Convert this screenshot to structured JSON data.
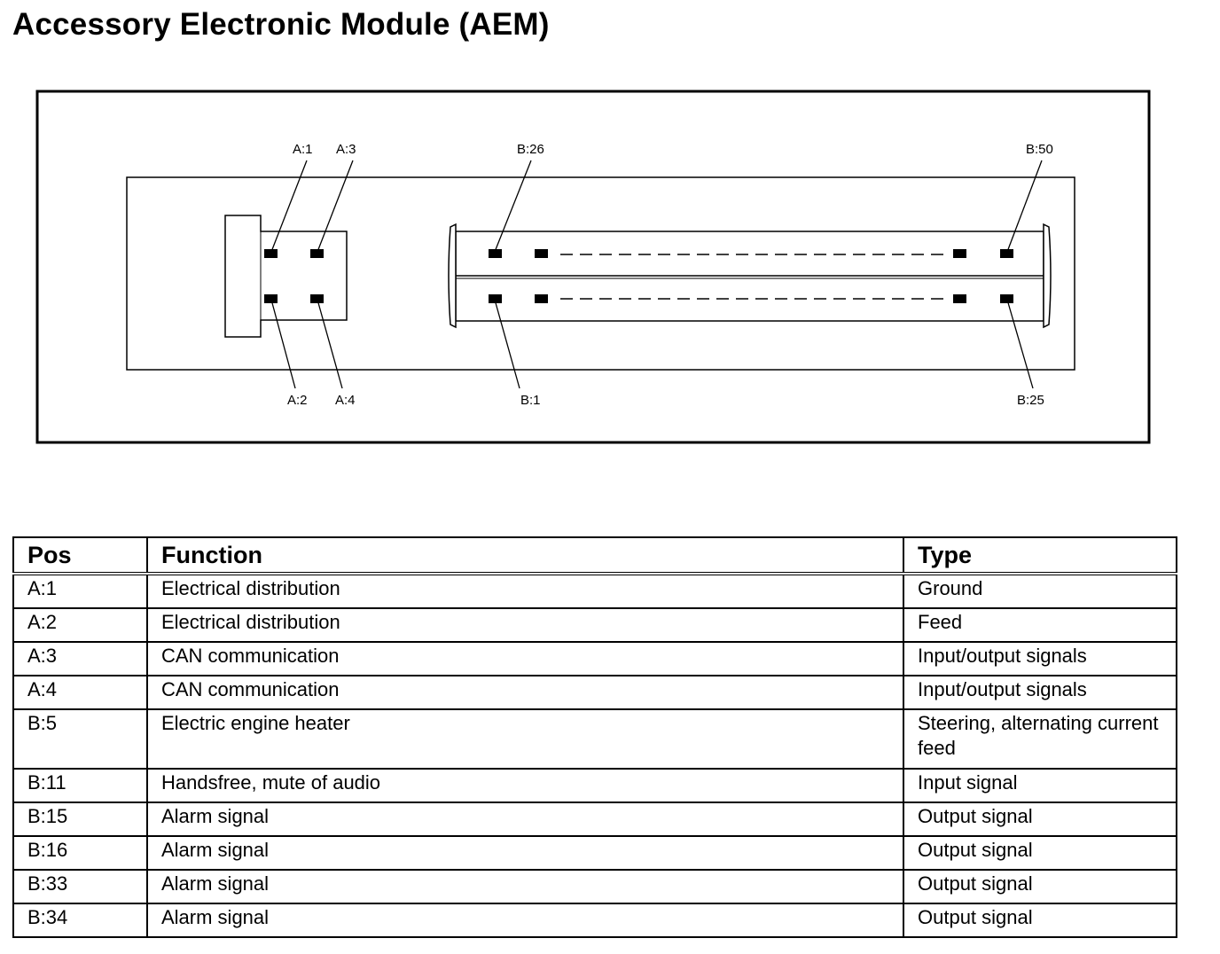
{
  "title": "Accessory Electronic Module (AEM)",
  "diagram": {
    "connector_a": {
      "pin_labels": {
        "a1": "A:1",
        "a2": "A:2",
        "a3": "A:3",
        "a4": "A:4"
      }
    },
    "connector_b": {
      "pin_labels": {
        "b26": "B:26",
        "b50": "B:50",
        "b1": "B:1",
        "b25": "B:25"
      }
    }
  },
  "table": {
    "headers": {
      "pos": "Pos",
      "function": "Function",
      "type": "Type"
    },
    "rows": [
      {
        "pos": "A:1",
        "function": "Electrical distribution",
        "type": "Ground"
      },
      {
        "pos": "A:2",
        "function": "Electrical distribution",
        "type": "Feed"
      },
      {
        "pos": "A:3",
        "function": "CAN communication",
        "type": "Input/output signals"
      },
      {
        "pos": "A:4",
        "function": "CAN communication",
        "type": "Input/output signals"
      },
      {
        "pos": "B:5",
        "function": "Electric engine heater",
        "type": "Steering, alternating current feed"
      },
      {
        "pos": "B:11",
        "function": "Handsfree, mute of audio",
        "type": "Input signal"
      },
      {
        "pos": "B:15",
        "function": "Alarm signal",
        "type": "Output signal"
      },
      {
        "pos": "B:16",
        "function": "Alarm signal",
        "type": "Output signal"
      },
      {
        "pos": "B:33",
        "function": "Alarm signal",
        "type": "Output signal"
      },
      {
        "pos": "B:34",
        "function": "Alarm signal",
        "type": "Output signal"
      }
    ]
  }
}
